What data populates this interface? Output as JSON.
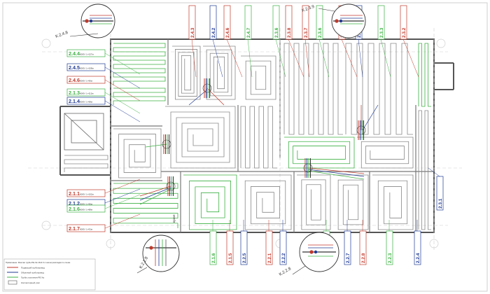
{
  "callouts": {
    "top_left": "К.2.4.8",
    "top_right": "К.2.3.9",
    "bottom_left": "К.2.1.8",
    "bottom_center": "К.2.2.8"
  },
  "colors": {
    "green": "#3cb043",
    "red": "#c0392b",
    "blue": "#1f3a93",
    "grey": "#888888"
  },
  "left_labels": [
    {
      "id": "2.4.4",
      "color": "green",
      "spec": "6069 / L=127м"
    },
    {
      "id": "2.4.5",
      "color": "blue",
      "spec": "6069 / L=108м"
    },
    {
      "id": "2.4.6",
      "color": "red",
      "spec": "6069 / L=96м"
    },
    {
      "id": "2.1.3",
      "color": "green",
      "spec": "6069 / L=112м"
    },
    {
      "id": "2.1.4",
      "color": "blue",
      "spec": "6069 / L=98м"
    },
    {
      "id": "2.1.1",
      "color": "red",
      "spec": "6069 / L=102м"
    },
    {
      "id": "2.1.2",
      "color": "blue",
      "spec": "6069 / L=95м"
    },
    {
      "id": "2.1.6",
      "color": "green",
      "spec": "6069 / L=88м"
    },
    {
      "id": "2.1.7",
      "color": "red",
      "spec": "6069 / L=91м"
    }
  ],
  "top_labels": [
    {
      "id": "2.4.3",
      "color": "red"
    },
    {
      "id": "2.4.2",
      "color": "blue"
    },
    {
      "id": "2.4.6",
      "color": "red"
    },
    {
      "id": "2.4.7",
      "color": "green"
    },
    {
      "id": "2.3.6",
      "color": "green"
    },
    {
      "id": "2.3.8",
      "color": "red"
    },
    {
      "id": "2.3.7",
      "color": "red"
    },
    {
      "id": "2.3.6",
      "color": "green"
    },
    {
      "id": "2.3.5",
      "color": "red"
    },
    {
      "id": "2.3.4",
      "color": "blue"
    },
    {
      "id": "2.3.3",
      "color": "green"
    },
    {
      "id": "2.3.2",
      "color": "red"
    }
  ],
  "bottom_labels": [
    {
      "id": "2.1.6",
      "color": "green"
    },
    {
      "id": "2.1.5",
      "color": "red"
    },
    {
      "id": "2.2.5",
      "color": "blue"
    },
    {
      "id": "2.2.1",
      "color": "red"
    },
    {
      "id": "2.2.2",
      "color": "blue"
    },
    {
      "id": "2.2.6",
      "color": "green"
    },
    {
      "id": "2.2.7",
      "color": "blue"
    },
    {
      "id": "2.2.8",
      "color": "red"
    },
    {
      "id": "2.2.3",
      "color": "green"
    },
    {
      "id": "2.2.4",
      "color": "blue"
    }
  ],
  "right_labels": [
    {
      "id": "2.3.1",
      "color": "blue"
    }
  ],
  "room_label": "кухня",
  "legend": [
    "Подающий трубопровод",
    "Обратный трубопровод",
    "Труба отопления PE-Xa",
    "Коллекторный узел"
  ],
  "notes": "Примечание: Монтаж трубы PE-Xa 16x2.0 с шагом раскладки по схеме"
}
